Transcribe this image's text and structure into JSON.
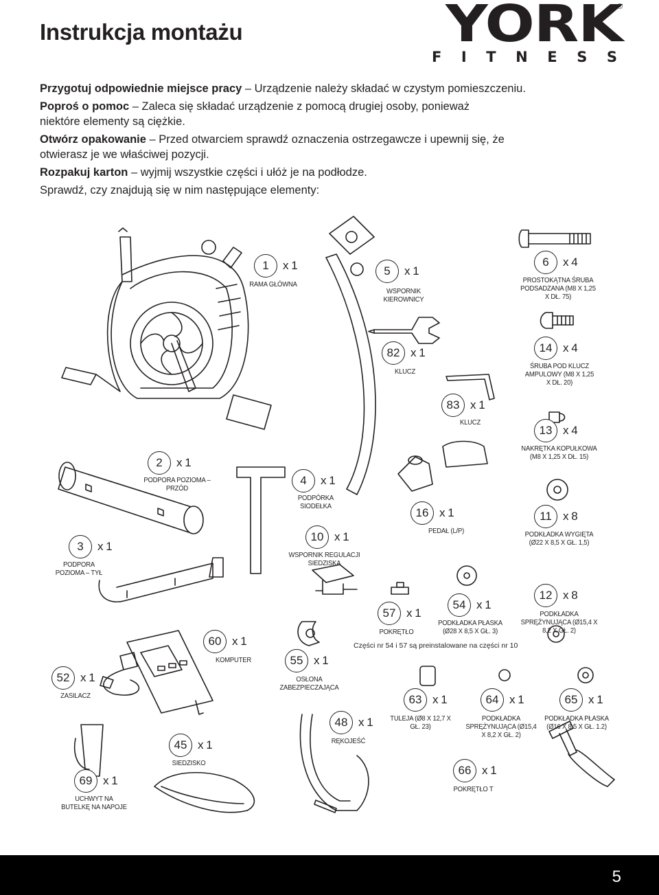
{
  "page": {
    "title": "Instrukcja montażu",
    "logo_main": "YORK",
    "logo_sub": [
      "F",
      "I",
      "T",
      "N",
      "E",
      "S",
      "S"
    ],
    "logo_reg": "®",
    "page_number": "5"
  },
  "intro": {
    "p1_bold": "Przygotuj odpowiednie miejsce pracy",
    "p1_text": " – Urządzenie należy składać w czystym pomieszczeniu.",
    "p2_bold": "Poproś o pomoc",
    "p2_text": " – Zaleca się składać urządzenie z pomocą drugiej osoby, ponieważ niektóre elementy są ciężkie.",
    "p3_bold": "Otwórz opakowanie",
    "p3_text": " – Przed otwarciem sprawdź oznaczenia ostrzegawcze i upewnij się, że otwierasz je we właściwej pozycji.",
    "p4_bold": "Rozpakuj karton",
    "p4_text": " – wyjmij wszystkie części i ułóż je na podłodze.",
    "p5_text": "Sprawdź, czy znajdują się w nim następujące elementy:"
  },
  "parts": [
    {
      "id": "1",
      "qty": "x 1",
      "name": "RAMA GŁÓWNA"
    },
    {
      "id": "5",
      "qty": "x 1",
      "name": "WSPORNIK KIEROWNICY"
    },
    {
      "id": "6",
      "qty": "x 4",
      "name": "PROSTOKĄTNA ŚRUBA PODSADZANA (M8 X 1,25 X DŁ. 75)"
    },
    {
      "id": "82",
      "qty": "x 1",
      "name": "KLUCZ"
    },
    {
      "id": "14",
      "qty": "x 4",
      "name": "ŚRUBA POD KLUCZ AMPULOWY (M8 X 1,25 X DŁ. 20)"
    },
    {
      "id": "83",
      "qty": "x 1",
      "name": "KLUCZ"
    },
    {
      "id": "13",
      "qty": "x 4",
      "name": "NAKRĘTKA KOPUŁKOWA (M8 X 1,25 X DŁ. 15)"
    },
    {
      "id": "2",
      "qty": "x 1",
      "name": "PODPORA POZIOMA – PRZÓD"
    },
    {
      "id": "4",
      "qty": "x 1",
      "name": "PODPÓRKA SIODEŁKA"
    },
    {
      "id": "16",
      "qty": "x 1",
      "name": "PEDAŁ (L/P)"
    },
    {
      "id": "11",
      "qty": "x 8",
      "name": "PODKŁADKA WYGIĘTA (Ø22 X 8,5 X GŁ. 1,5)"
    },
    {
      "id": "3",
      "qty": "x 1",
      "name": "PODPORA POZIOMA – TYŁ"
    },
    {
      "id": "10",
      "qty": "x 1",
      "name": "WSPORNIK REGULACJI SIEDZISKA"
    },
    {
      "id": "12",
      "qty": "x 8",
      "name": "PODKŁADKA SPRĘŻYNUJĄCA (Ø15,4 X 8,2 X GŁ. 2)"
    },
    {
      "id": "54",
      "qty": "x 1",
      "name": "PODKŁADKA PŁASKA (Ø28 X 8,5 X GŁ. 3)"
    },
    {
      "id": "57",
      "qty": "x 1",
      "name": "POKRĘTŁO"
    },
    {
      "id": "60",
      "qty": "x 1",
      "name": "KOMPUTER"
    },
    {
      "id": "55",
      "qty": "x 1",
      "name": "OSŁONA ZABEZPIECZAJĄCA"
    },
    {
      "id": "52",
      "qty": "x 1",
      "name": "ZASILACZ"
    },
    {
      "id": "63",
      "qty": "x 1",
      "name": "TULEJA (Ø8 X 12,7 X GŁ. 23)"
    },
    {
      "id": "64",
      "qty": "x 1",
      "name": "PODKŁADKA SPRĘŻYNUJĄCA (Ø15,4 X 8,2 X GŁ. 2)"
    },
    {
      "id": "65",
      "qty": "x 1",
      "name": "PODKŁADKA PŁASKA (Ø16 X 8,5 X GŁ. 1.2)"
    },
    {
      "id": "48",
      "qty": "x 1",
      "name": "RĘKOJEŚĆ"
    },
    {
      "id": "45",
      "qty": "x 1",
      "name": "SIEDZISKO"
    },
    {
      "id": "66",
      "qty": "x 1",
      "name": "POKRĘTŁO T"
    },
    {
      "id": "69",
      "qty": "x 1",
      "name": "UCHWYT NA BUTELKĘ NA NAPOJE"
    }
  ],
  "note": "Części nr 54 i 57 są preinstalowane na części nr 10"
}
